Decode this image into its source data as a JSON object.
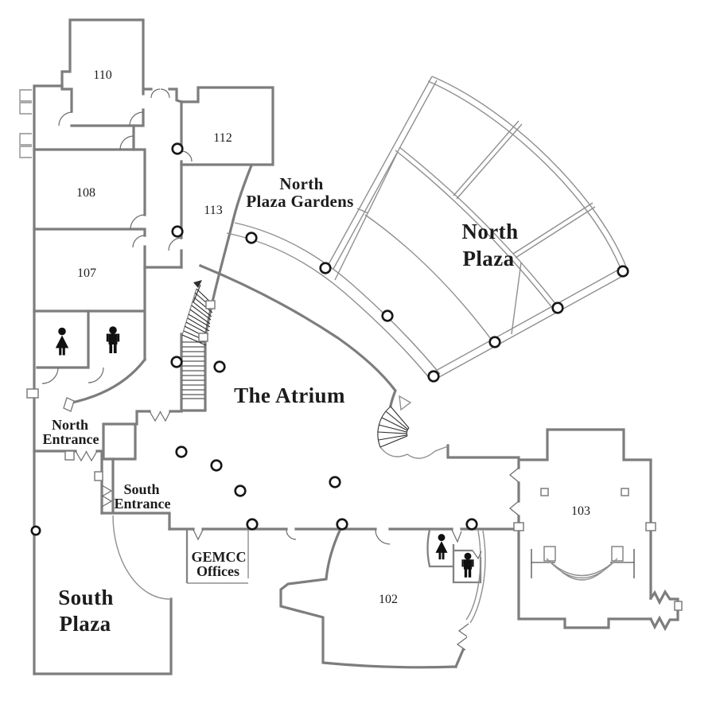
{
  "labels": {
    "room_110": {
      "text": "110"
    },
    "room_112": {
      "text": "112"
    },
    "room_113": {
      "text": "113"
    },
    "room_108": {
      "text": "108"
    },
    "room_107": {
      "text": "107"
    },
    "room_102": {
      "text": "102"
    },
    "room_103": {
      "text": "103"
    },
    "north_plaza_gardens_1": {
      "text": "North"
    },
    "north_plaza_gardens_2": {
      "text": "Plaza Gardens"
    },
    "north_plaza_1": {
      "text": "North"
    },
    "north_plaza_2": {
      "text": "Plaza"
    },
    "the_atrium": {
      "text": "The Atrium"
    },
    "north_entrance_1": {
      "text": "North"
    },
    "north_entrance_2": {
      "text": "Entrance"
    },
    "south_entrance_1": {
      "text": "South"
    },
    "south_entrance_2": {
      "text": "Entrance"
    },
    "gemcc_1": {
      "text": "GEMCC"
    },
    "gemcc_2": {
      "text": "Offices"
    },
    "south_plaza_1": {
      "text": "South"
    },
    "south_plaza_2": {
      "text": "Plaza"
    }
  },
  "icons": {
    "north_restrooms": [
      "female-restroom-icon",
      "male-restroom-icon"
    ],
    "south_restrooms": [
      "female-restroom-icon",
      "male-restroom-icon"
    ]
  },
  "colors": {
    "wall_gray": "#7d7d7d",
    "thin_line_gray": "#8f8f8f",
    "stair_dark": "#2e2e2e",
    "text_ink": "#1c1c1c",
    "background": "#ffffff"
  }
}
